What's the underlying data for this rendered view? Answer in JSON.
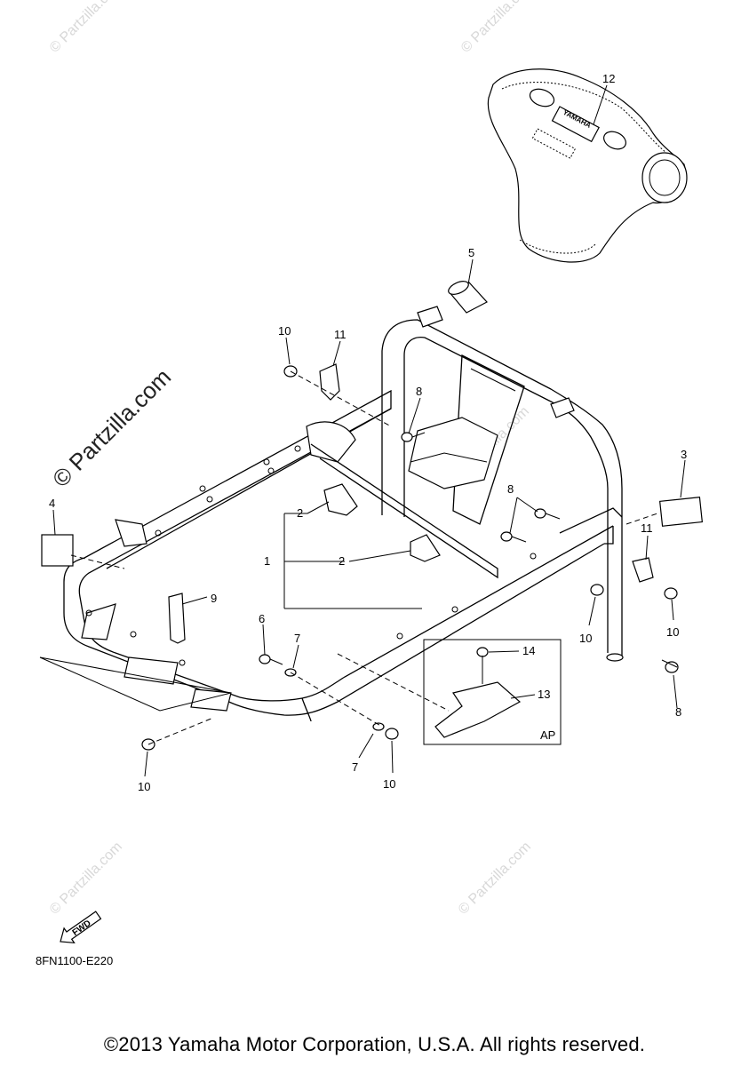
{
  "diagram": {
    "code": "8FN1100-E220",
    "copyright": "©2013 Yamaha Motor Corporation, U.S.A. All rights reserved.",
    "watermark": "© Partzilla.com",
    "inset_label": "AP",
    "fwd_label": "FWD",
    "logo_text": "YAMAHA",
    "callouts": [
      "1",
      "2",
      "2",
      "3",
      "4",
      "5",
      "6",
      "7",
      "7",
      "8",
      "8",
      "8",
      "9",
      "10",
      "10",
      "10",
      "10",
      "10",
      "11",
      "11",
      "12",
      "13",
      "14"
    ]
  }
}
